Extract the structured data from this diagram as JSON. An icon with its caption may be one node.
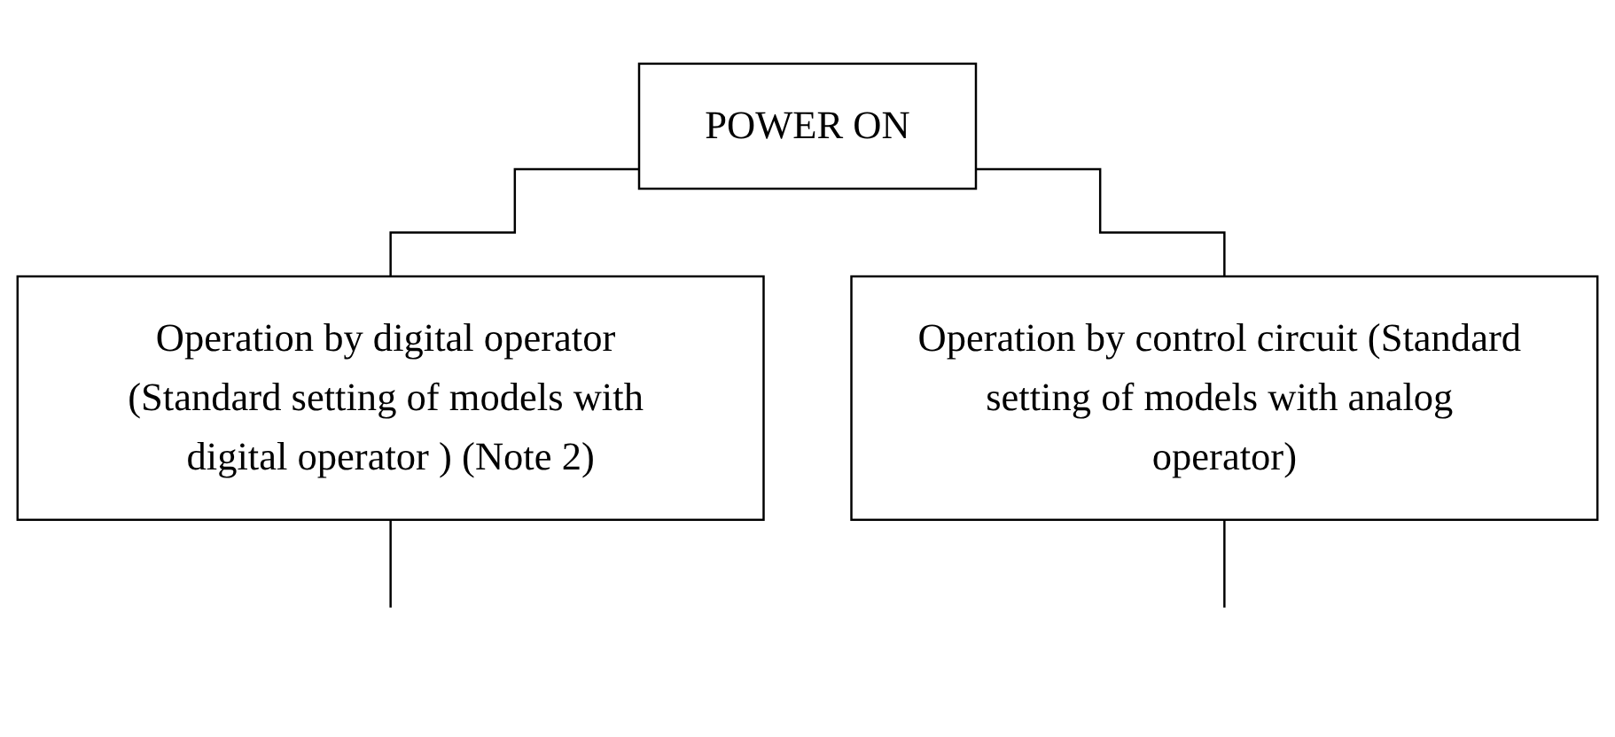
{
  "diagram": {
    "nodes": [
      {
        "text": [
          "POWER ON"
        ]
      },
      {
        "text": [
          "Operation by digital operator (Standard setting of models with digital operator ) (Note 2)"
        ]
      },
      {
        "text": [
          "Operation by control circuit (Standard setting of models with analog operator)"
        ]
      }
    ],
    "edges": [
      {
        "from": 0,
        "to": 1,
        "arrow": "none"
      },
      {
        "from": 0,
        "to": 2,
        "arrow": "none"
      },
      {
        "from": 1,
        "to": null,
        "arrow": "none"
      },
      {
        "from": 2,
        "to": null,
        "arrow": "none"
      }
    ]
  }
}
